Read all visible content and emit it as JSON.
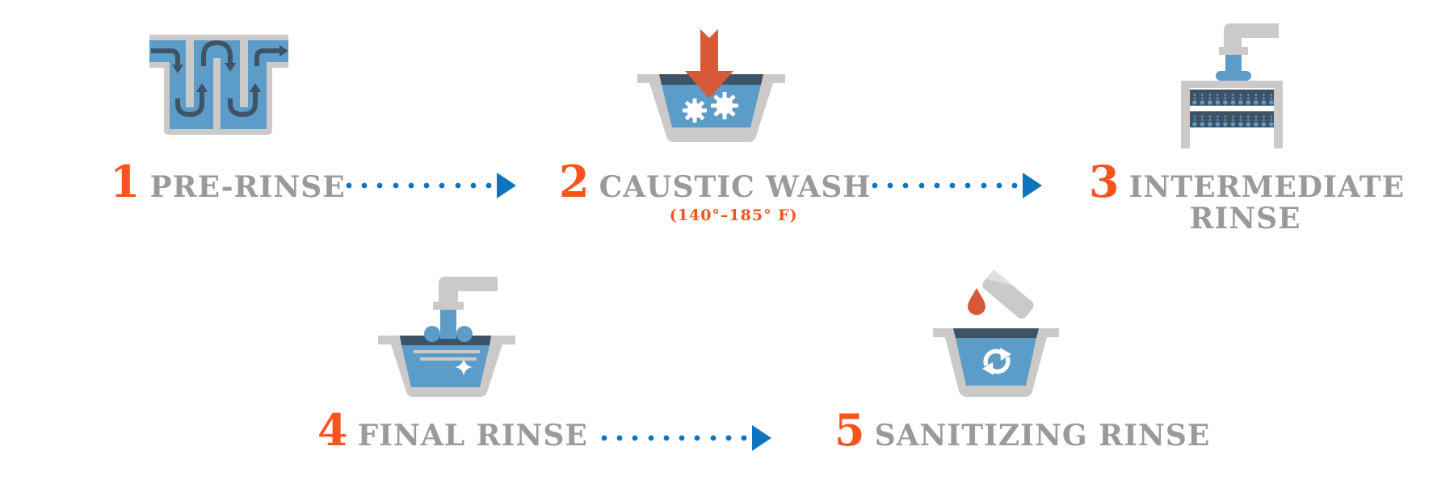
{
  "process": {
    "steps": [
      {
        "number": "1",
        "label": "PRE-RINSE",
        "icon": "pre-rinse-flow-tank-icon"
      },
      {
        "number": "2",
        "label": "CAUSTIC WASH",
        "sublabel": "(140°–185° F)",
        "icon": "caustic-wash-basin-icon"
      },
      {
        "number": "3",
        "label": "INTERMEDIATE RINSE",
        "icon": "intermediate-rinse-spray-icon"
      },
      {
        "number": "4",
        "label": "FINAL RINSE",
        "icon": "final-rinse-faucet-icon"
      },
      {
        "number": "5",
        "label": "SANITIZING RINSE",
        "icon": "sanitizing-rinse-basin-icon"
      }
    ],
    "connector_icon": "dotted-arrow-right-icon",
    "connector_count": 3
  },
  "colors": {
    "step_number_orange": "#F6541D",
    "temperature_orange": "#F6541D",
    "icon_terracotta": "#D8593A",
    "water_blue": "#5B9CC9",
    "tank_navy": "#3E5366",
    "icon_gray": "#CBCAC8",
    "label_gray": "#9A9A9A",
    "arrow_dot_blue": "#0E74BE",
    "background": "#FFFFFF"
  }
}
